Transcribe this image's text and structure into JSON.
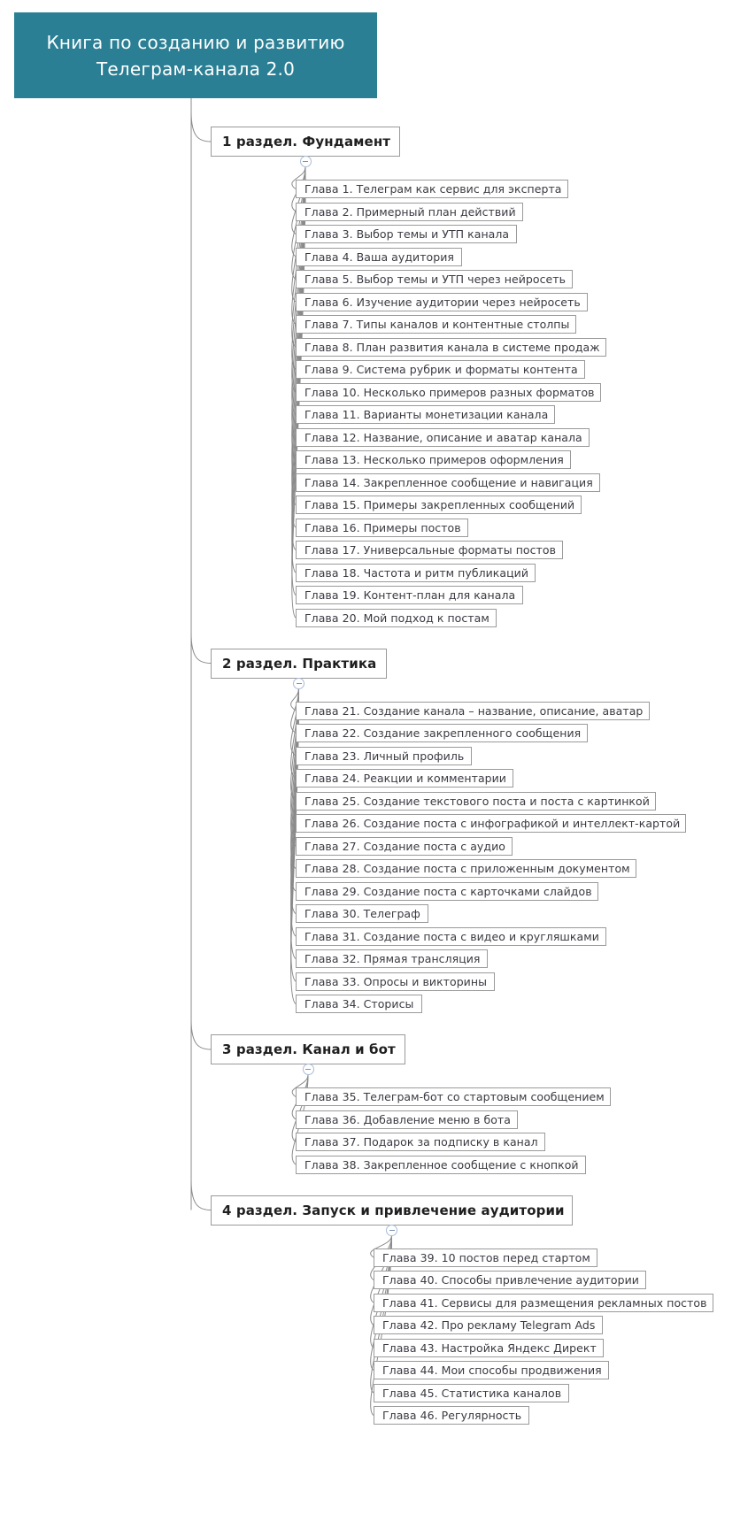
{
  "diagram": {
    "type": "mindmap",
    "title": "Книга по созданию и развитию Телеграм-канала 2.0",
    "root": {
      "label": "Книга по созданию и развитию\nТелеграм-канала 2.0",
      "fill_color": "#2b7f94",
      "text_color": "#ffffff"
    },
    "colors": {
      "root_fill": "#2b7f94",
      "node_border": "#9a9a9a",
      "node_fill": "#ffffff",
      "section_text": "#1f1f1f",
      "chapter_text": "#3a3a42",
      "edge": "#8a8a8a",
      "toggle_border": "#a9bcd8"
    },
    "toggle_icon": "collapse-minus-icon",
    "sections": [
      {
        "label": "1 раздел. Фундамент",
        "chapters": [
          "Глава 1. Телеграм как сервис для эксперта",
          "Глава 2. Примерный план действий",
          "Глава 3. Выбор темы и УТП канала",
          "Глава 4. Ваша аудитория",
          "Глава 5. Выбор темы и УТП через нейросеть",
          "Глава 6. Изучение аудитории через нейросеть",
          "Глава 7. Типы каналов и контентные столпы",
          "Глава 8. План развития канала в системе продаж",
          "Глава 9. Система рубрик и форматы контента",
          "Глава 10. Несколько примеров разных форматов",
          "Глава 11. Варианты монетизации канала",
          "Глава 12. Название, описание и аватар канала",
          "Глава 13. Несколько примеров оформления",
          "Глава 14. Закрепленное сообщение и навигация",
          "Глава 15. Примеры закрепленных сообщений",
          "Глава 16. Примеры постов",
          "Глава 17. Универсальные форматы постов",
          "Глава 18. Частота и ритм публикаций",
          "Глава 19. Контент-план для канала",
          "Глава 20. Мой подход к постам"
        ]
      },
      {
        "label": "2 раздел. Практика",
        "chapters": [
          "Глава 21. Создание канала – название, описание, аватар",
          "Глава 22. Создание закрепленного сообщения",
          "Глава 23. Личный профиль",
          "Глава 24. Реакции и комментарии",
          "Глава 25. Создание текстового поста и поста с картинкой",
          "Глава 26. Создание поста с инфографикой и интеллект-картой",
          "Глава 27. Создание поста с аудио",
          "Глава 28. Создание поста с приложенным документом",
          "Глава 29. Создание поста с карточками слайдов",
          "Глава 30. Телеграф",
          "Глава 31. Создание поста с видео и кругляшками",
          "Глава 32. Прямая трансляция",
          "Глава 33. Опросы и викторины",
          "Глава 34. Сторисы"
        ]
      },
      {
        "label": "3 раздел. Канал и бот",
        "chapters": [
          "Глава 35. Телеграм-бот со стартовым сообщением",
          "Глава 36. Добавление меню в бота",
          "Глава 37. Подарок за подписку в канал",
          "Глава 38. Закрепленное сообщение с кнопкой"
        ]
      },
      {
        "label": "4 раздел. Запуск и привлечение аудитории",
        "chapters": [
          "Глава 39. 10 постов перед стартом",
          "Глава 40. Способы привлечение аудитории",
          "Глава 41. Сервисы для размещения рекламных постов",
          "Глава 42. Про рекламу Telegram Ads",
          "Глава 43. Настройка Яндекс Директ",
          "Глава 44. Мои способы продвижения",
          "Глава 45. Статистика каналов",
          "Глава 46. Регулярность"
        ]
      }
    ]
  }
}
